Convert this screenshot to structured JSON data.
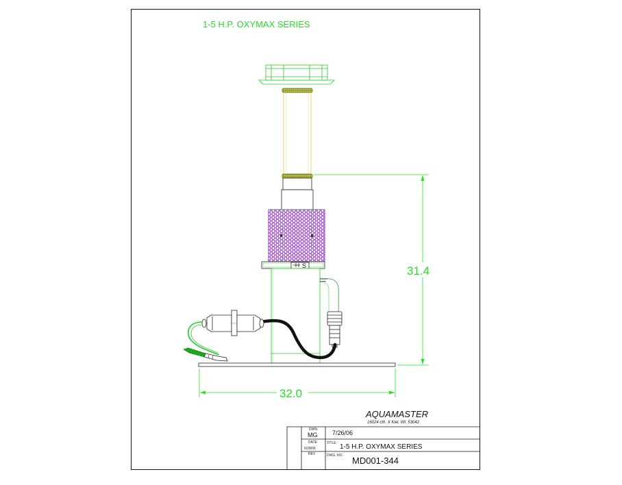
{
  "drawing": {
    "header_title": "1-5 H.P. OXYMAX SERIES",
    "dimension_height": "31.4",
    "dimension_width": "32.0",
    "sticker_label": "S"
  },
  "colors": {
    "outline_green": "#22dd22",
    "dimension_green": "#22e022",
    "screen_purple": "#9933cc",
    "tube_yellow": "#e8c84a",
    "band_olive": "#8a8a22",
    "cable_black": "#111111"
  },
  "title_block": {
    "company": "AQUAMASTER",
    "address": "16024 cth. X Kiel, WI. 53042",
    "dwn_label": "DWN.",
    "dwn_value": "MG",
    "date_drawn": "7/26/06",
    "date_label": "DATE",
    "date_value": "6/28/06",
    "title_label": "TITLE:",
    "title_value": "1-5 H.P. OXYMAX SERIES",
    "rev_label": "REV",
    "dwg_label": "DWG. NO.",
    "dwg_value": "MD001-344"
  }
}
